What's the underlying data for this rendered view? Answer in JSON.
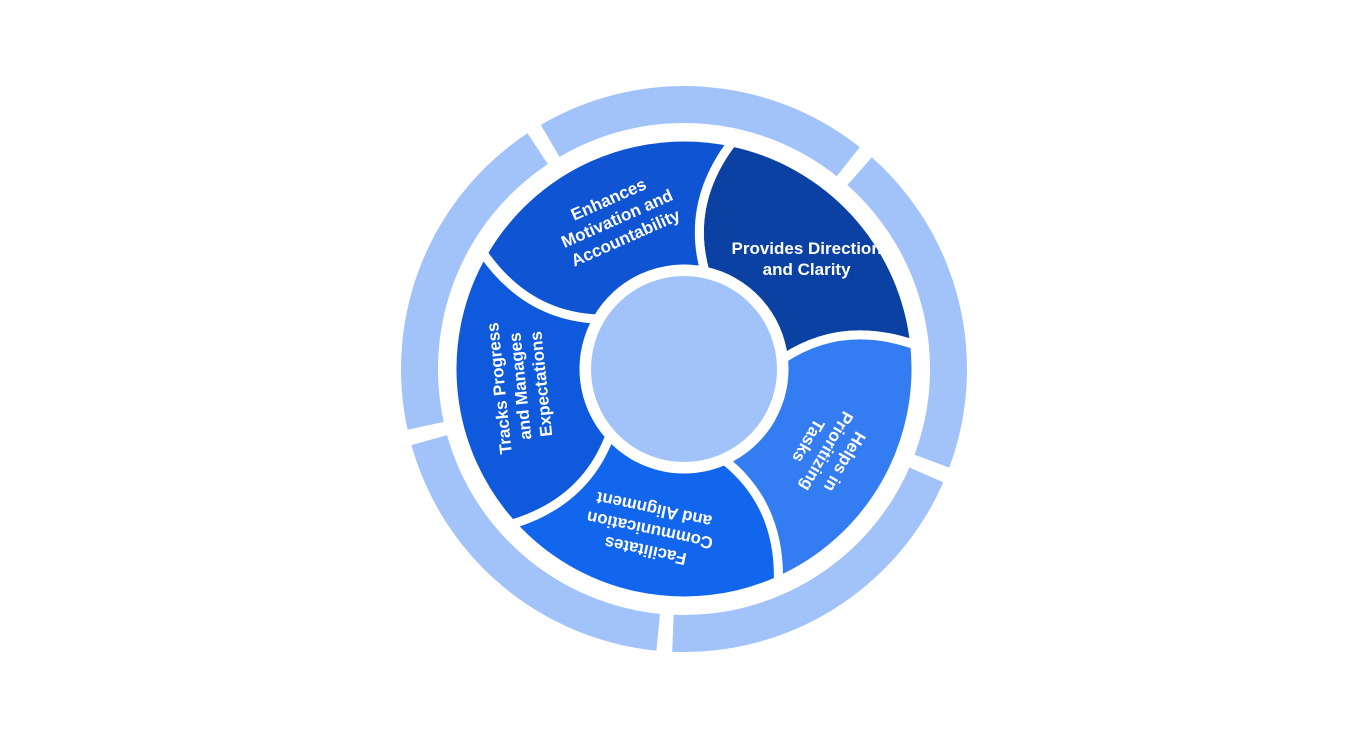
{
  "diagram": {
    "segments": [
      {
        "id": "direction",
        "lines": [
          "Provides Direction",
          "and Clarity"
        ],
        "color": "#0B41A2"
      },
      {
        "id": "prioritizing",
        "lines": [
          "Helps in",
          "Prioritizing",
          "Tasks"
        ],
        "color": "#337CF2"
      },
      {
        "id": "communication",
        "lines": [
          "Facilitates",
          "Communication",
          "and Alignment"
        ],
        "color": "#1266ED"
      },
      {
        "id": "progress",
        "lines": [
          "Tracks Progress",
          "and Manages",
          "Expectations"
        ],
        "color": "#0F59DC"
      },
      {
        "id": "motivation",
        "lines": [
          "Enhances",
          "Motivation and",
          "Accountability"
        ],
        "color": "#0F54D3"
      }
    ],
    "colors": {
      "outer_ring": "#A2C3FA",
      "center": "#A2C3FA",
      "background": "#FFFFFF"
    }
  }
}
